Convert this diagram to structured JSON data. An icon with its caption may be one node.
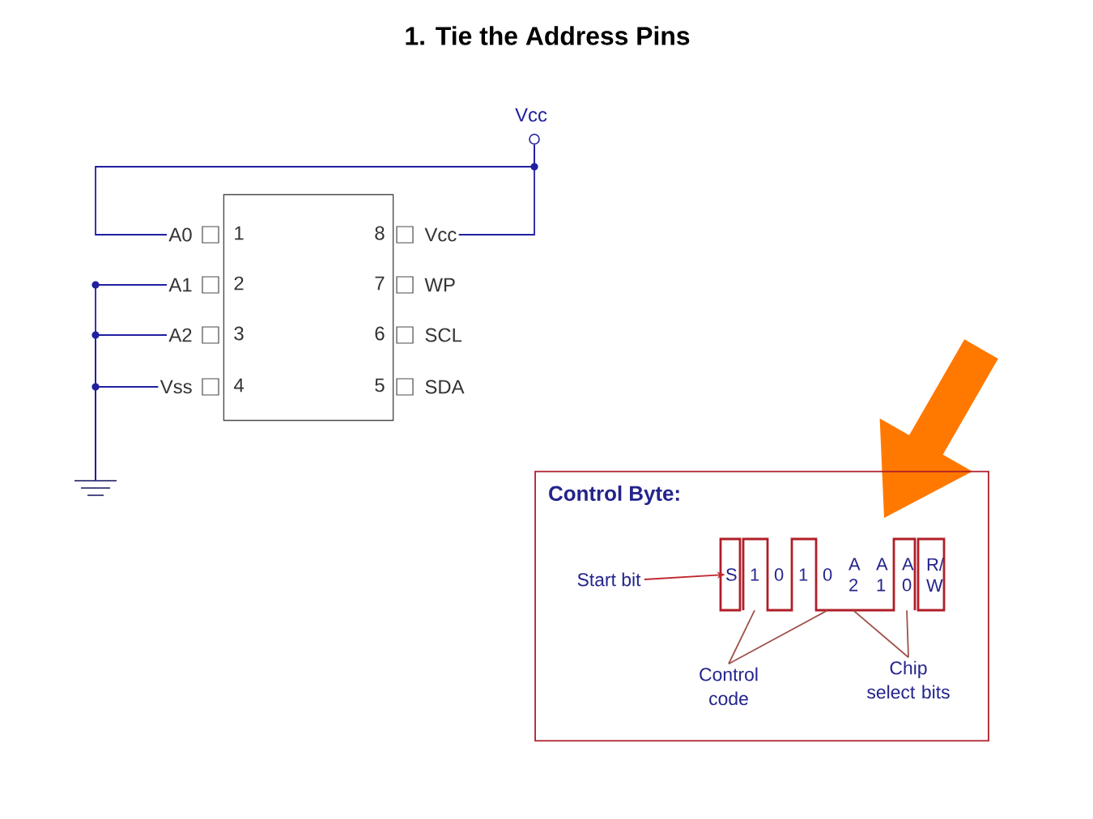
{
  "diagram": {
    "title": "1. Tie the Address Pins",
    "nodes": [
      {
        "text": [],
        "shape": "circle",
        "beside": [
          "Vcc"
        ]
      },
      {
        "text": [],
        "shape": "box"
      },
      {
        "text": [
          "A0"
        ]
      },
      {
        "text": [
          "A1"
        ]
      },
      {
        "text": [
          "A2"
        ]
      },
      {
        "text": [
          "Vss"
        ]
      },
      {
        "text": [
          "Vcc"
        ]
      },
      {
        "text": [
          "WP"
        ]
      },
      {
        "text": [
          "SCL"
        ]
      },
      {
        "text": [
          "SDA"
        ]
      },
      {
        "text": [],
        "shape": "ground"
      },
      {
        "text": [
          "Control Byte:"
        ]
      },
      {
        "text": [
          "S"
        ],
        "in": 11
      },
      {
        "text": [
          "1"
        ],
        "in": 11
      },
      {
        "text": [
          "0"
        ],
        "in": 11
      },
      {
        "text": [
          "1"
        ],
        "in": 11
      },
      {
        "text": [
          "0"
        ],
        "in": 11
      },
      {
        "text": [
          "A 2"
        ],
        "in": 11
      },
      {
        "text": [
          "A 1"
        ],
        "in": 11
      },
      {
        "text": [
          "A 0"
        ],
        "in": 11
      },
      {
        "text": [
          "R/ W"
        ],
        "in": 11
      },
      {
        "text": [
          "Start bit"
        ],
        "in": 11
      },
      {
        "text": [
          "Control code"
        ],
        "in": 11
      },
      {
        "text": [
          "Chip select bits"
        ],
        "in": 11
      }
    ],
    "edges": [
      {
        "from": 2,
        "to": 0,
        "arrow": "none"
      },
      {
        "from": 6,
        "to": 0,
        "arrow": "none"
      },
      {
        "from": 3,
        "to": 10,
        "arrow": "none"
      },
      {
        "from": 4,
        "to": 10,
        "arrow": "none"
      },
      {
        "from": 5,
        "to": 10,
        "arrow": "none"
      },
      {
        "from": 21,
        "to": 12,
        "arrow": "to",
        "color": "#c0262d"
      },
      {
        "from": 22,
        "to": 13,
        "arrow": "none",
        "color": "#a0524a"
      },
      {
        "from": 22,
        "to": 16,
        "arrow": "none",
        "color": "#a0524a"
      },
      {
        "from": 23,
        "to": 17,
        "arrow": "none",
        "color": "#a0524a"
      },
      {
        "from": 23,
        "to": 19,
        "arrow": "none",
        "color": "#a0524a"
      }
    ],
    "labels": [
      "1",
      "8",
      "2",
      "7",
      "3",
      "6",
      "4",
      "5"
    ]
  }
}
